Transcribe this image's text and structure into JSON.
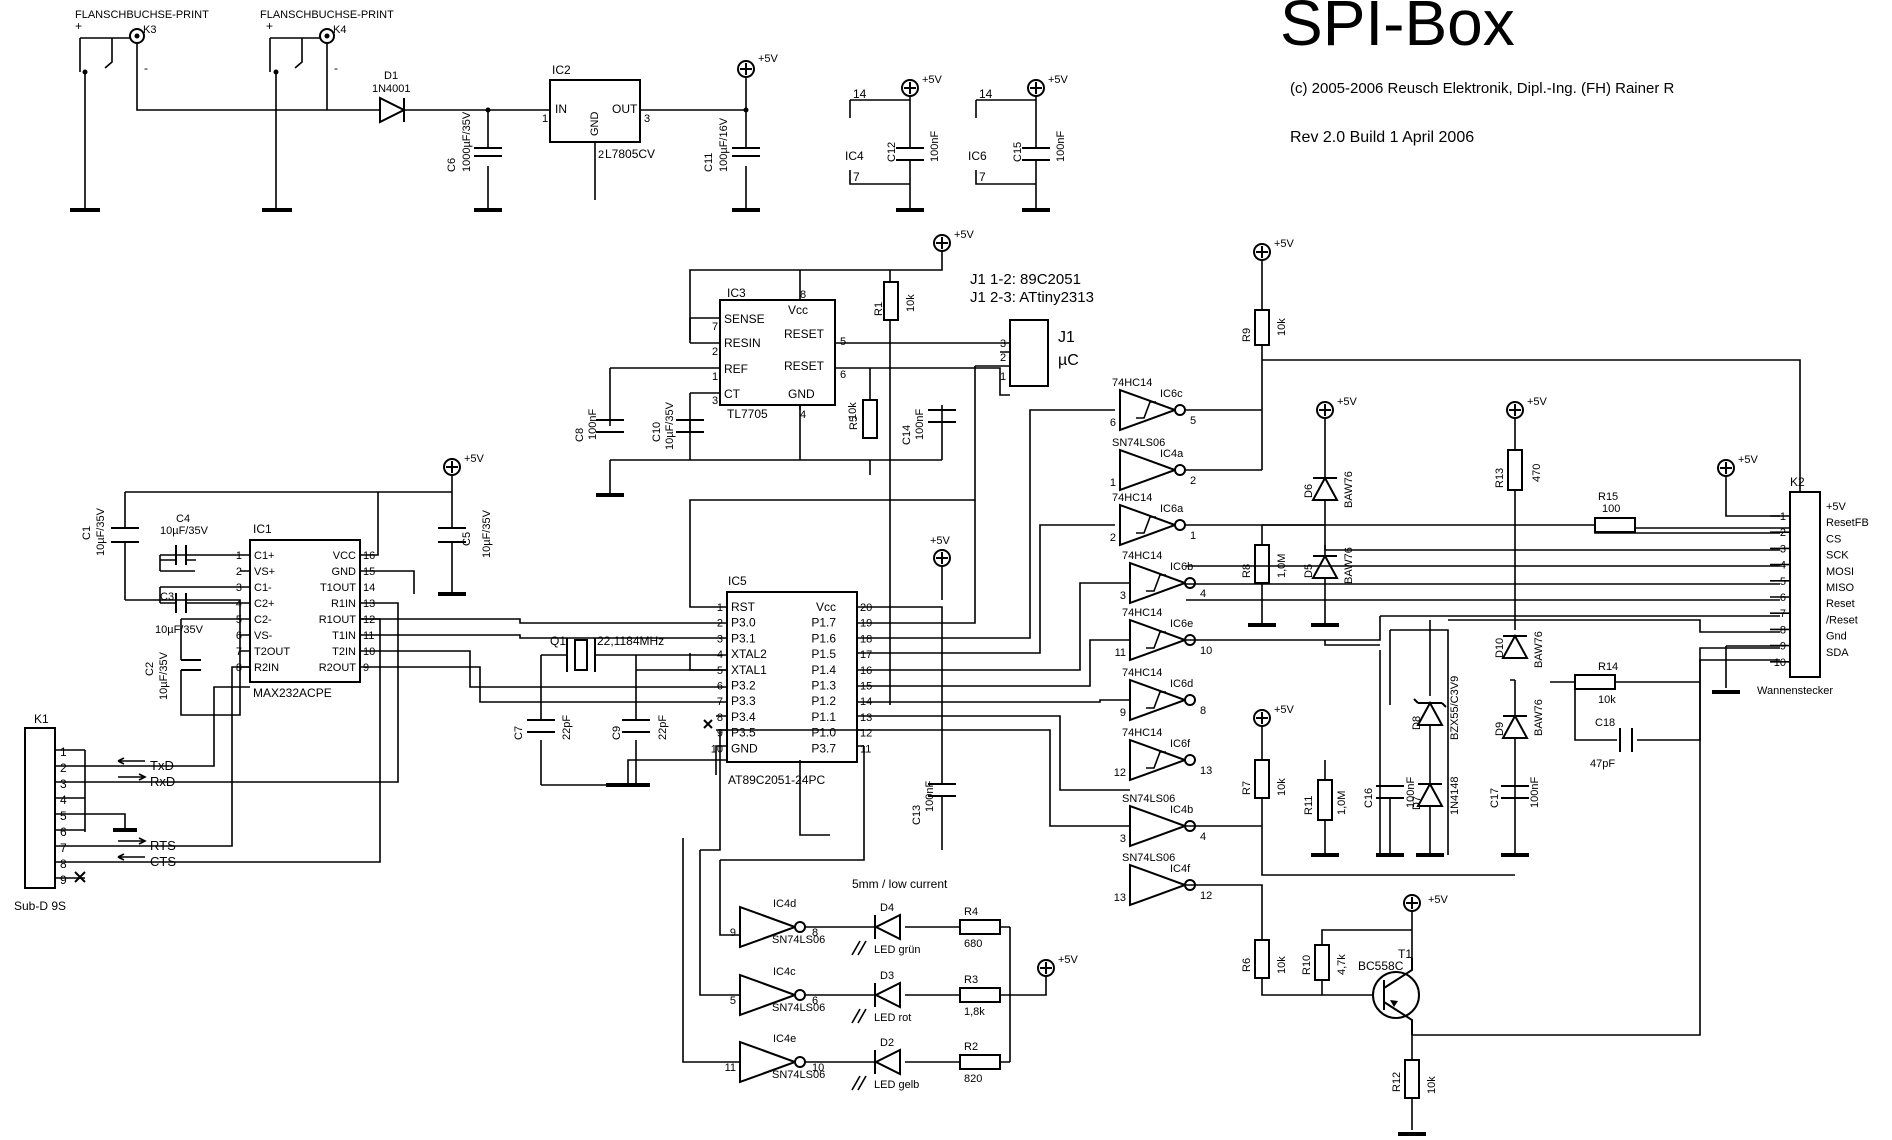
{
  "title": "SPI-Box",
  "copyright": "(c) 2005-2006 Reusch Elektronik, Dipl.-Ing. (FH) Rainer R",
  "revision": "Rev 2.0   Build 1   April 2006",
  "supply_label": "+5V",
  "jumper_note": [
    "J1  1-2: 89C2051",
    "J1  2-3: ATtiny2313"
  ],
  "jumper": {
    "name": "J1",
    "value": "µC",
    "pins": [
      "3",
      "2",
      "1"
    ]
  },
  "power_in": {
    "connectors": [
      {
        "header": "FLANSCHBUCHSE-PRINT",
        "ref": "K3"
      },
      {
        "header": "FLANSCHBUCHSE-PRINT",
        "ref": "K4"
      }
    ],
    "plus": "+",
    "minus": "-"
  },
  "d1": {
    "ref": "D1",
    "value": "1N4001"
  },
  "c6": {
    "ref": "C6",
    "value": "1000µF/35V"
  },
  "ic2": {
    "ref": "IC2",
    "value": "L7805CV",
    "pin_in": "IN",
    "pin_out": "OUT",
    "pin_gnd": "GND",
    "n_in": "1",
    "n_out": "3",
    "n_gnd": "2"
  },
  "c11": {
    "ref": "C11",
    "value": "100µF/16V"
  },
  "decoupling": [
    {
      "ic": "IC4",
      "cap": "C12",
      "value": "100nF",
      "pin14": "14",
      "pin7": "7"
    },
    {
      "ic": "IC6",
      "cap": "C15",
      "value": "100nF",
      "pin14": "14",
      "pin7": "7"
    }
  ],
  "ic3": {
    "ref": "IC3",
    "value": "TL7705",
    "pins": [
      {
        "name": "SENSE",
        "num": "7"
      },
      {
        "name": "RESIN",
        "num": "2"
      },
      {
        "name": "REF",
        "num": "1"
      },
      {
        "name": "CT",
        "num": "3"
      },
      {
        "name": "Vcc",
        "num": "8"
      },
      {
        "name": "RESET",
        "num": "5"
      },
      {
        "name": "RESET",
        "num": "6"
      },
      {
        "name": "GND",
        "num": "4"
      }
    ]
  },
  "r1": {
    "ref": "R1",
    "value": "10k"
  },
  "r5": {
    "ref": "R5",
    "value": "10k"
  },
  "c8": {
    "ref": "C8",
    "value": "100nF"
  },
  "c10": {
    "ref": "C10",
    "value": "10µF/35V"
  },
  "c14": {
    "ref": "C14",
    "value": "100nF"
  },
  "ic1": {
    "ref": "IC1",
    "value": "MAX232ACPE",
    "left_pins": [
      {
        "name": "C1+",
        "num": "1"
      },
      {
        "name": "VS+",
        "num": "2"
      },
      {
        "name": "C1-",
        "num": "3"
      },
      {
        "name": "C2+",
        "num": "4"
      },
      {
        "name": "C2-",
        "num": "5"
      },
      {
        "name": "VS-",
        "num": "6"
      },
      {
        "name": "T2OUT",
        "num": "7"
      },
      {
        "name": "R2IN",
        "num": "8"
      }
    ],
    "right_pins": [
      {
        "name": "VCC",
        "num": "16"
      },
      {
        "name": "GND",
        "num": "15"
      },
      {
        "name": "T1OUT",
        "num": "14"
      },
      {
        "name": "R1IN",
        "num": "13"
      },
      {
        "name": "R1OUT",
        "num": "12"
      },
      {
        "name": "T1IN",
        "num": "11"
      },
      {
        "name": "T2IN",
        "num": "10"
      },
      {
        "name": "R2OUT",
        "num": "9"
      }
    ]
  },
  "c1": {
    "ref": "C1",
    "value": "10µF/35V"
  },
  "c2": {
    "ref": "C2",
    "value": "10µF/35V"
  },
  "c3": {
    "ref": "C3",
    "value": "10µF/35V"
  },
  "c4": {
    "ref": "C4",
    "value": "10µF/35V"
  },
  "c5": {
    "ref": "C5",
    "value": "10µF/35V"
  },
  "k1": {
    "ref": "K1",
    "value": "Sub-D 9S",
    "pins": [
      "1",
      "2",
      "3",
      "4",
      "5",
      "6",
      "7",
      "8",
      "9"
    ],
    "signals": [
      "TxD",
      "RxD",
      "RTS",
      "CTS"
    ]
  },
  "q1": {
    "ref": "Q1",
    "value": "22,1184MHz"
  },
  "c7": {
    "ref": "C7",
    "value": "22pF"
  },
  "c9": {
    "ref": "C9",
    "value": "22pF"
  },
  "c13": {
    "ref": "C13",
    "value": "100nF"
  },
  "ic5": {
    "ref": "IC5",
    "value": "AT89C2051-24PC",
    "left_pins": [
      {
        "name": "RST",
        "num": "1"
      },
      {
        "name": "P3.0",
        "num": "2"
      },
      {
        "name": "P3.1",
        "num": "3"
      },
      {
        "name": "XTAL2",
        "num": "4"
      },
      {
        "name": "XTAL1",
        "num": "5"
      },
      {
        "name": "P3.2",
        "num": "6"
      },
      {
        "name": "P3.3",
        "num": "7"
      },
      {
        "name": "P3.4",
        "num": "8"
      },
      {
        "name": "P3.5",
        "num": "9"
      },
      {
        "name": "GND",
        "num": "10"
      }
    ],
    "right_pins": [
      {
        "name": "Vcc",
        "num": "20"
      },
      {
        "name": "P1.7",
        "num": "19"
      },
      {
        "name": "P1.6",
        "num": "18"
      },
      {
        "name": "P1.5",
        "num": "17"
      },
      {
        "name": "P1.4",
        "num": "16"
      },
      {
        "name": "P1.3",
        "num": "15"
      },
      {
        "name": "P1.2",
        "num": "14"
      },
      {
        "name": "P1.1",
        "num": "13"
      },
      {
        "name": "P1.0",
        "num": "12"
      },
      {
        "name": "P3.7",
        "num": "11"
      }
    ]
  },
  "gates": [
    {
      "family": "74HC14",
      "unit": "IC6c",
      "in": "6",
      "out": "5"
    },
    {
      "family": "SN74LS06",
      "unit": "IC4a",
      "in": "1",
      "out": "2"
    },
    {
      "family": "74HC14",
      "unit": "IC6a",
      "in": "2",
      "out": "1"
    },
    {
      "family": "74HC14",
      "unit": "IC6b",
      "in": "3",
      "out": "4"
    },
    {
      "family": "74HC14",
      "unit": "IC6e",
      "in": "11",
      "out": "10"
    },
    {
      "family": "74HC14",
      "unit": "IC6d",
      "in": "9",
      "out": "8"
    },
    {
      "family": "74HC14",
      "unit": "IC6f",
      "in": "12",
      "out": "13"
    },
    {
      "family": "SN74LS06",
      "unit": "IC4b",
      "in": "3",
      "out": "4"
    },
    {
      "family": "SN74LS06",
      "unit": "IC4f",
      "in": "13",
      "out": "12"
    }
  ],
  "r9": {
    "ref": "R9",
    "value": "10k"
  },
  "r8": {
    "ref": "R8",
    "value": "1,0M"
  },
  "r7": {
    "ref": "R7",
    "value": "10k"
  },
  "r11": {
    "ref": "R11",
    "value": "1,0M"
  },
  "r13": {
    "ref": "R13",
    "value": "470"
  },
  "r15": {
    "ref": "R15",
    "value": "100"
  },
  "r14": {
    "ref": "R14",
    "value": "10k"
  },
  "c18": {
    "ref": "C18",
    "value": "47pF"
  },
  "c16": {
    "ref": "C16",
    "value": "100nF"
  },
  "c17": {
    "ref": "C17",
    "value": "100nF"
  },
  "d5": {
    "ref": "D5",
    "value": "BAW76"
  },
  "d6": {
    "ref": "D6",
    "value": "BAW76"
  },
  "d7": {
    "ref": "D7",
    "value": "1N4148"
  },
  "d8": {
    "ref": "D8",
    "value": "BZX55/C3V9"
  },
  "d9": {
    "ref": "D9",
    "value": "BAW76"
  },
  "d10": {
    "ref": "D10",
    "value": "BAW76"
  },
  "k2": {
    "ref": "K2",
    "value": "Wannenstecker",
    "pins": [
      "1",
      "2",
      "3",
      "4",
      "5",
      "6",
      "7",
      "8",
      "9",
      "10"
    ],
    "signals": [
      "+5V",
      "ResetFB",
      "CS",
      "SCK",
      "MOSI",
      "MISO",
      "Reset",
      "/Reset",
      "Gnd",
      "SDA"
    ]
  },
  "leds": {
    "note": "5mm / low current",
    "rows": [
      {
        "gate": "IC4d",
        "family": "SN74LS06",
        "in": "9",
        "out": "8",
        "diode": "D4",
        "led": "LED grün",
        "res": "R4",
        "val": "680"
      },
      {
        "gate": "IC4c",
        "family": "SN74LS06",
        "in": "5",
        "out": "6",
        "diode": "D3",
        "led": "LED rot",
        "res": "R3",
        "val": "1,8k"
      },
      {
        "gate": "IC4e",
        "family": "SN74LS06",
        "in": "11",
        "out": "10",
        "diode": "D2",
        "led": "LED gelb",
        "res": "R2",
        "val": "820"
      }
    ]
  },
  "r6": {
    "ref": "R6",
    "value": "10k"
  },
  "r10": {
    "ref": "R10",
    "value": "4,7k"
  },
  "r12": {
    "ref": "R12",
    "value": "10k"
  },
  "t1": {
    "ref": "T1",
    "value": "BC558C"
  }
}
